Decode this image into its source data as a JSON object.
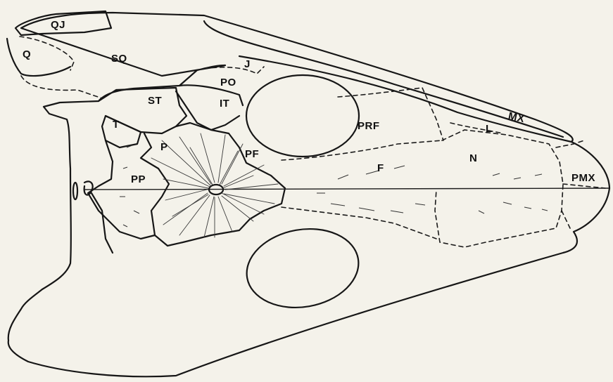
{
  "diagram": {
    "bone_labels": {
      "qj": "QJ",
      "q": "Q",
      "sq": "SQ",
      "j": "J",
      "po": "PO",
      "st": "ST",
      "it": "IT",
      "t": "T",
      "p": "P",
      "pf": "PF",
      "prf": "PRF",
      "f": "F",
      "pp": "PP",
      "n": "N",
      "l": "L",
      "mx": "MX",
      "pmx": "PMX"
    }
  }
}
